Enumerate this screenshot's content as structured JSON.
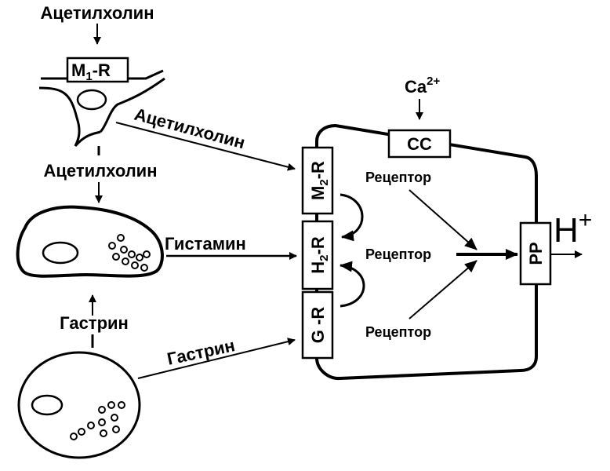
{
  "colors": {
    "ink": "#000000",
    "background": "#ffffff"
  },
  "labels": {
    "acetylcholine_top": "Ацетилхолин",
    "acetylcholine_diag": "Ацетилхолин",
    "acetylcholine_mid": "Ацетилхолин",
    "histamine": "Гистамин",
    "gastrin_left": "Гастрин",
    "gastrin_diag": "Гастрин",
    "calcium": "Ca",
    "calcium_charge": "2+",
    "proton": "H",
    "proton_charge": "+",
    "receptor_1": "Рецептор",
    "receptor_2": "Рецептор",
    "receptor_3": "Рецептор"
  },
  "boxes": {
    "m1r_main": "M",
    "m1r_sub": "1",
    "m1r_tail": "-R",
    "m2r_main": "M",
    "m2r_sub": "2",
    "m2r_tail": "-R",
    "h2r_main": "H",
    "h2r_sub": "2",
    "h2r_tail": "-R",
    "gr": "G -R",
    "cc": "CC",
    "pp": "PP"
  }
}
